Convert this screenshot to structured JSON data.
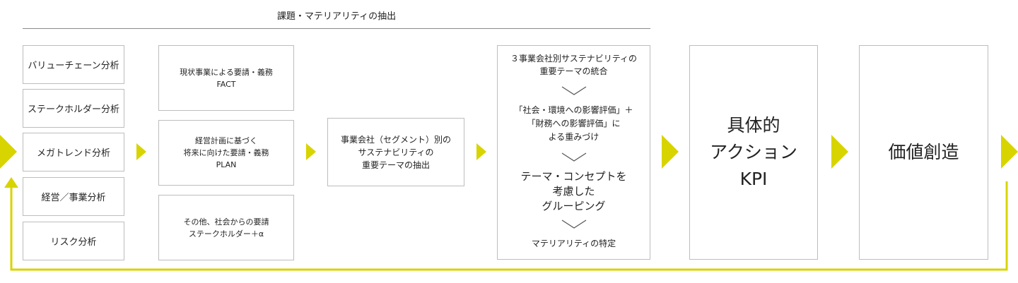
{
  "header": {
    "title": "課題・マテリアリティの抽出"
  },
  "col1": {
    "items": [
      "バリューチェーン分析",
      "ステークホルダー分析",
      "メガトレンド分析",
      "経営／事業分析",
      "リスク分析"
    ]
  },
  "col2": {
    "items": [
      "現状事業による要請・義務\nFACT",
      "経営計画に基づく\n将来に向けた要請・義務\nPLAN",
      "その他、社会からの要請\nステークホルダー＋α"
    ]
  },
  "col3": {
    "text": "事業会社（セグメント）別の\nサステナビリティの\n重要テーマの抽出"
  },
  "col4": {
    "step1": "３事業会社別サステナビリティの\n重要テーマの統合",
    "step2": "「社会・環境への影響評価」＋\n「財務への影響評価」に\nよる重みづけ",
    "step3": "テーマ・コンセプトを\n考慮した\nグルーピング",
    "step4": "マテリアリティの特定"
  },
  "col5": {
    "text": "具体的\nアクション\nKPI"
  },
  "col6": {
    "text": "価値創造"
  },
  "colors": {
    "accent": "#d8d400",
    "border": "#bdbdbd"
  }
}
